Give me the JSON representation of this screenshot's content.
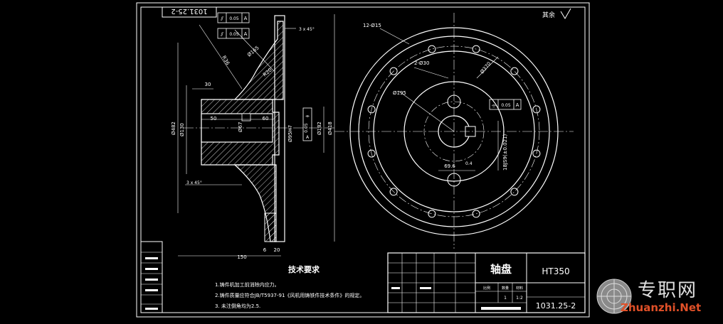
{
  "drawing": {
    "title": "轴盘",
    "material": "HT350",
    "drawing_no": "1031.25-2",
    "drawing_no_rotated": "1031.25-2",
    "surface_note": "其余",
    "colors": {
      "background": "#000000",
      "lines": "#ffffff",
      "section_hatch": "#ffffff"
    }
  },
  "tech_requirements": {
    "heading": "技术要求",
    "items": [
      "1.铸件机加工前消除内应力。",
      "2.铸件质量应符合JB/T5937-91《风机用铸铁件技术条件》的规定。",
      "3. 未注倒角均为2.5."
    ]
  },
  "dimensions": {
    "left_view": {
      "chamfer_top": "3 x 45°",
      "chamfer_bottom": "3 x 45°",
      "r_inner": "R36",
      "d_165": "Ø165",
      "r_20": "R20",
      "w_30": "30",
      "w_50": "50",
      "w_60": "60",
      "d_182": "Ø182",
      "d_130": "Ø130",
      "d_67": "Ø67",
      "d_418": "Ø418",
      "d_482": "Ø482",
      "w_150": "150",
      "w_6": "6",
      "w_20": "20",
      "d_bottom_mid": "Ø95H7"
    },
    "right_view": {
      "holes_12": "12-Ø15",
      "holes_2": "2-Ø30",
      "d_195": "Ø195",
      "d_370": "Ø370",
      "key_69": "69.6",
      "key_tol": "18JS9(±0.021)",
      "key_ra": "0.4"
    },
    "tolerance_frames": [
      {
        "sym": "⫽",
        "val": "0.05",
        "ref": "A"
      },
      {
        "sym": "⫽",
        "val": "0.05",
        "ref": "A"
      },
      {
        "sym": "⌯",
        "val": "0.05",
        "ref": "A"
      }
    ]
  },
  "title_block": {
    "label_scale": "比例",
    "label_qty": "数量",
    "label_mat": "材料",
    "scale_value": "1:2",
    "qty_value": "1"
  },
  "watermark": {
    "cn": "专职网",
    "en": "Zhuanzhi.Net"
  }
}
